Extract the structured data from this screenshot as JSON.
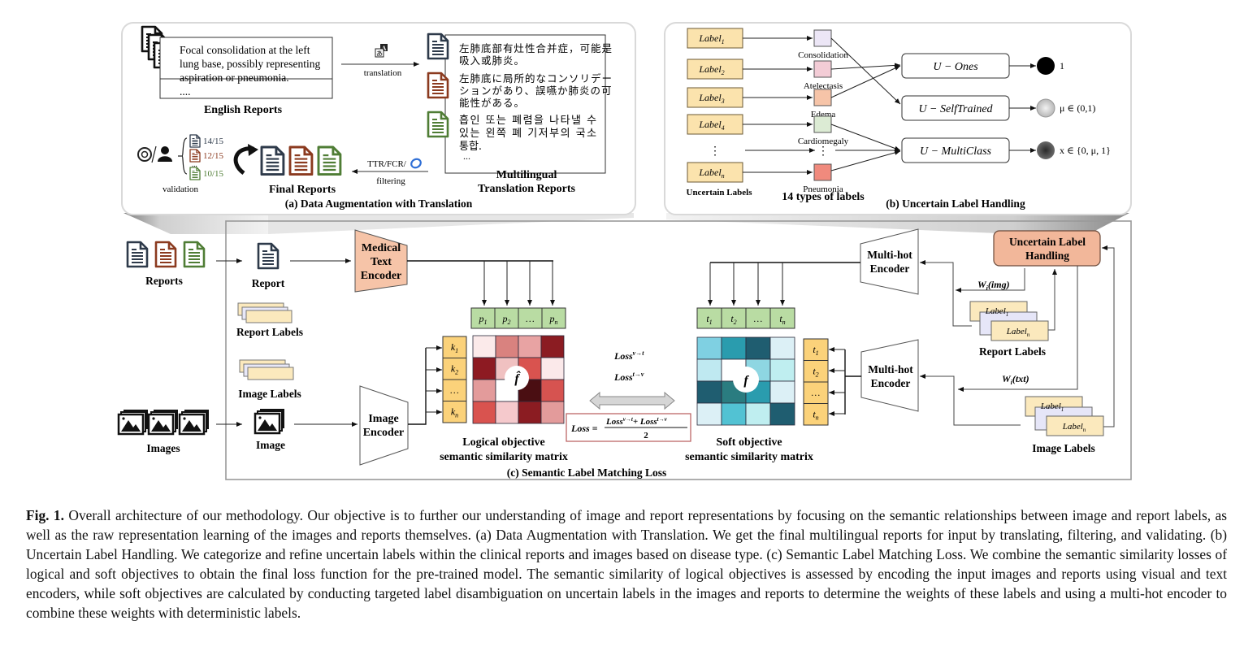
{
  "panel_a": {
    "title": "(a) Data Augmentation with Translation",
    "english_report_text": [
      "Focal consolidation at the left",
      "lung base, possibly representing",
      "aspiration or pneumonia.",
      "...."
    ],
    "english_reports_label": "English Reports",
    "translation_label": "translation",
    "multilingual_texts": {
      "chinese": [
        "左肺底部有灶性合并症，可能是",
        "吸入或肺炎。"
      ],
      "japanese": [
        "左肺底に局所的なコンソリデー",
        "ションがあり、誤嚥か肺炎の可",
        "能性がある。"
      ],
      "korean": [
        "흡인 또는 폐렴을 나타낼 수",
        "있는 왼쪽 폐 기저부의 국소",
        "통합."
      ],
      "ellipsis": "..."
    },
    "multilingual_label": [
      "Multilingual",
      "Translation Reports"
    ],
    "filtering_top": "TTR/FCR/",
    "filtering_label": "filtering",
    "final_reports_label": "Final Reports",
    "validation_label": "validation",
    "validation_scores": [
      "14/15",
      "12/15",
      "...",
      "10/15"
    ],
    "colors": {
      "doc_dark": "#2e3a4a",
      "doc_brown": "#8b3a1f",
      "doc_green": "#4f7d35"
    }
  },
  "panel_b": {
    "title": "(b) Uncertain Label Handling",
    "labels": [
      "Label",
      "Label",
      "Label",
      "Label",
      "⋮",
      "Label"
    ],
    "label_subs": [
      "1",
      "2",
      "3",
      "4",
      "",
      "n"
    ],
    "uncertain_labels_caption": "Uncertain Labels",
    "types": [
      "Consolidation",
      "Atelectasis",
      "Edema",
      "Cardiomegaly",
      "⋮",
      "Pneumonia"
    ],
    "type_colors": [
      "#ece6f6",
      "#f3ccd6",
      "#f6c4a8",
      "#dcebd4",
      "",
      "#f08a7d"
    ],
    "types_caption": "14 types of labels",
    "policies": [
      "U − Ones",
      "U − SelfTrained",
      "U − MultiClass"
    ],
    "outputs": [
      "1",
      "μ ∈ (0,1)",
      "x ∈ {0, μ, 1}"
    ]
  },
  "panel_c": {
    "title": "(c) Semantic Label Matching Loss",
    "reports_label": "Reports",
    "report_label": "Report",
    "report_labels_label": "Report Labels",
    "image_labels_label": "Image Labels",
    "images_label": "Images",
    "image_label": "Image",
    "text_encoder": [
      "Medical",
      "Text",
      "Encoder"
    ],
    "image_encoder": [
      "Image",
      "Encoder"
    ],
    "multihot_encoder": [
      "Multi-hot",
      "Encoder"
    ],
    "p_cells": [
      "p",
      "p",
      "…",
      "p"
    ],
    "p_subs": [
      "1",
      "2",
      "",
      "n"
    ],
    "k_cells": [
      "k",
      "k",
      "…",
      "k"
    ],
    "k_subs": [
      "1",
      "2",
      "",
      "n"
    ],
    "t_cells": [
      "t",
      "t",
      "…",
      "t"
    ],
    "t_subs": [
      "1",
      "2",
      "",
      "n"
    ],
    "logical_matrix_symbol": "f̂",
    "soft_matrix_symbol": "f",
    "logical_caption": [
      "Logical objective",
      "semantic similarity matrix"
    ],
    "soft_caption": [
      "Soft objective",
      "semantic similarity matrix"
    ],
    "loss_vt": "Loss",
    "loss_vt_sup": "v→t",
    "loss_tv": "Loss",
    "loss_tv_sup": "t→v",
    "loss_formula_lhs": "Loss =",
    "loss_formula_num": "Loss",
    "loss_formula_plus": "+ Loss",
    "loss_formula_den": "2",
    "uncertain_handling": [
      "Uncertain Label",
      "Handling"
    ],
    "w_img": "W",
    "w_img_arg": "(img)",
    "w_txt": "W",
    "w_txt_arg": "(txt)",
    "label_1": "Label",
    "label_n": "Label",
    "right_report_labels": "Report Labels",
    "right_image_labels": "Image Labels",
    "logical_matrix_colors": [
      [
        "#fbeaea",
        "#d9827f",
        "#e8a3a3",
        "#8b1c22"
      ],
      [
        "#8d1a22",
        "#f0c1c1",
        "#d9534f",
        "#fbe9ea"
      ],
      [
        "#e39b9b",
        "#ffffff",
        "#4a0e12",
        "#d65350"
      ],
      [
        "#d9534f",
        "#f5c9cc",
        "#8b1c22",
        "#e39b9b"
      ]
    ],
    "soft_matrix_colors": [
      [
        "#7fd0e2",
        "#2a9cae",
        "#1f5d70",
        "#dcf0f6"
      ],
      [
        "#bfe9f1",
        "#ffffff",
        "#8ed6e2",
        "#bfeef0"
      ],
      [
        "#1f5d70",
        "#2a7c80",
        "#2a9cae",
        "#dcf0f6"
      ],
      [
        "#dcf0f6",
        "#52c2d3",
        "#bfeef0",
        "#1f5d70"
      ]
    ]
  },
  "caption": {
    "fig_label": "Fig. 1.",
    "text": " Overall architecture of our methodology. Our objective is to further our understanding of image and report representations by focusing on the semantic relationships between image and report labels, as well as the raw representation learning of the images and reports themselves. (a) Data Augmentation with Translation. We get the final multilingual reports for input by translating, filtering, and validating. (b) Uncertain Label Handling. We categorize and refine uncertain labels within the clinical reports and images based on disease type. (c) Semantic Label Matching Loss. We combine the semantic similarity losses of logical and soft objectives to obtain the final loss function for the pre-trained model. The semantic similarity of logical objectives is assessed by encoding the input images and reports using visual and text encoders, while soft objectives are calculated by conducting targeted label disambiguation on uncertain labels in the images and reports to determine the weights of these labels and using a multi-hot encoder to combine these weights with deterministic labels."
  }
}
